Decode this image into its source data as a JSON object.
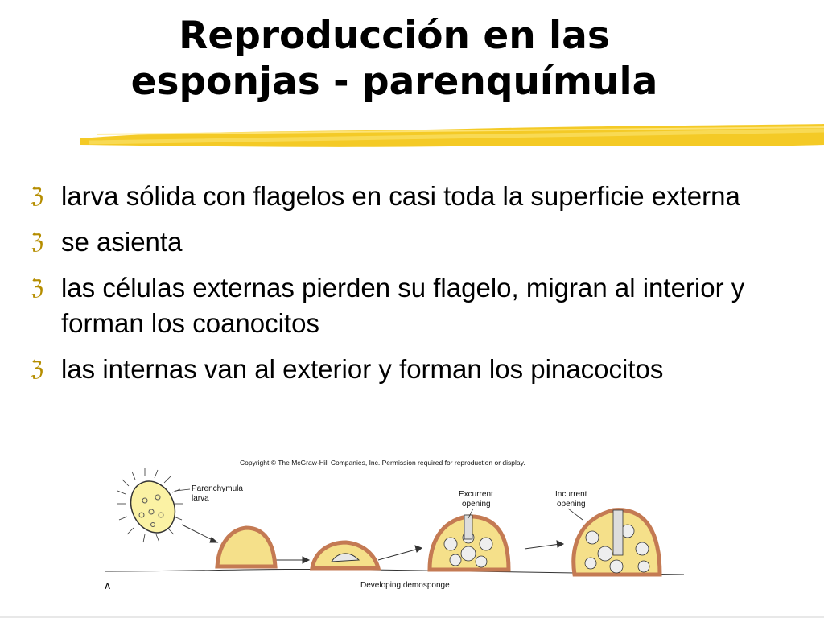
{
  "slide": {
    "title_line1": "Reproducción en las",
    "title_line2": "esponjas - parenquímula",
    "bullet_icon": "z-bullet-icon",
    "accent_color": "#f2c100"
  },
  "bullets": [
    "larva sólida con flagelos en casi toda la superficie externa",
    "se asienta",
    "las células externas pierden su flagelo, migran al interior y forman los coanocitos",
    "las internas van al exterior y forman los pinacocitos"
  ],
  "figure": {
    "copyright": "Copyright © The McGraw-Hill Companies, Inc. Permission required for reproduction or display.",
    "label_larva_1": "Parenchymula",
    "label_larva_2": "larva",
    "label_excurrent_1": "Excurrent",
    "label_excurrent_2": "opening",
    "label_incurrent_1": "Incurrent",
    "label_incurrent_2": "opening",
    "panel_letter": "A",
    "caption": "Developing demosponge"
  }
}
